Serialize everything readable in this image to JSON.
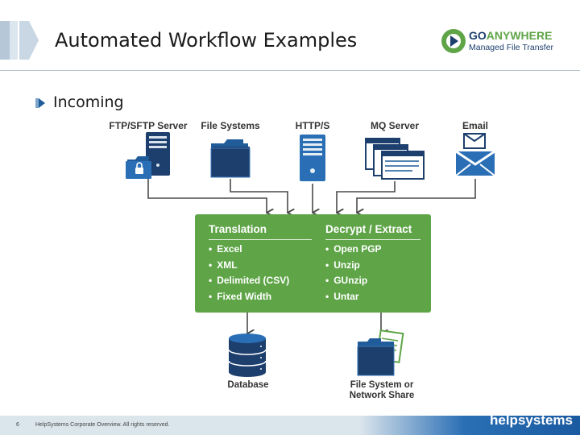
{
  "header": {
    "title": "Automated Workflow Examples",
    "logo_go": "GO",
    "logo_anywhere": "ANYWHERE",
    "logo_sub": "Managed File Transfer"
  },
  "section": {
    "label": "Incoming"
  },
  "sources": [
    {
      "label": "FTP/SFTP Server",
      "icon": "ftp-server-icon"
    },
    {
      "label": "File Systems",
      "icon": "folder-icon"
    },
    {
      "label": "HTTP/S",
      "icon": "server-tower-icon"
    },
    {
      "label": "MQ Server",
      "icon": "windows-icon"
    },
    {
      "label": "Email",
      "icon": "envelope-icon"
    }
  ],
  "process": {
    "translation": {
      "heading": "Translation",
      "items": [
        "Excel",
        "XML",
        "Delimited (CSV)",
        "Fixed Width"
      ]
    },
    "decrypt": {
      "heading": "Decrypt / Extract",
      "items": [
        "Open PGP",
        "Unzip",
        "GUnzip",
        "Untar"
      ]
    }
  },
  "outputs": {
    "database": {
      "label": "Database",
      "icon": "database-icon"
    },
    "file_share": {
      "line1": "File System or",
      "line2": "Network Share",
      "icon": "folder-document-icon"
    }
  },
  "footer": {
    "page_number": "6",
    "text": "HelpSystems Corporate Overview. All rights reserved.",
    "logo_help": "help",
    "logo_systems": "systems"
  },
  "colors": {
    "accent_blue": "#1f5c99",
    "dark_blue": "#1d3f6e",
    "green": "#5fa548",
    "arrow": "#4a4a4a"
  }
}
